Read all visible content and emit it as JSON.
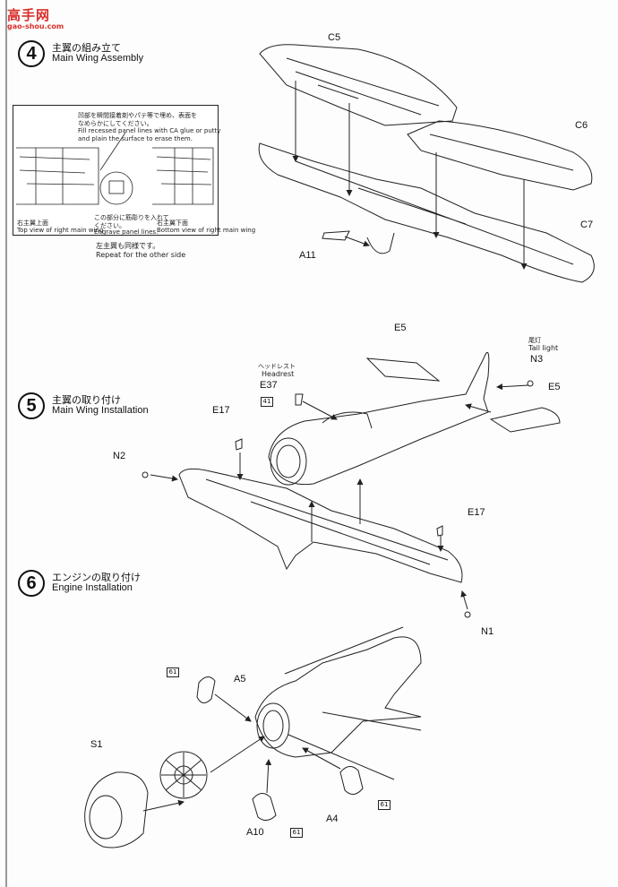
{
  "watermark": {
    "main": "高手网",
    "sub": "gao-shou.com"
  },
  "steps": [
    {
      "number": "4",
      "jp": "主翼の組み立て",
      "en": "Main Wing Assembly"
    },
    {
      "number": "5",
      "jp": "主翼の取り付け",
      "en": "Main Wing Installation"
    },
    {
      "number": "6",
      "jp": "エンジンの取り付け",
      "en": "Engine Installation"
    }
  ],
  "detail_box": {
    "note_jp_1": "凹部を瞬間接着剤やパテ等で埋め、表面を",
    "note_jp_2": "なめらかにしてください。",
    "note_en_1": "Fill recessed panel lines with CA glue or putty",
    "note_en_2": "and plain the surface to erase them.",
    "engrave_jp_1": "この部分に筋彫りを入れて",
    "engrave_jp_2": "ください。",
    "engrave_en": "Engrave panel lines.",
    "top_view_jp": "右主翼上面",
    "top_view_en": "Top view of right main wing",
    "bottom_view_jp": "右主翼下面",
    "bottom_view_en": "Bottom view of right main wing"
  },
  "repeat_note": {
    "jp": "左主翼も同様です。",
    "en": "Repeat for the other side"
  },
  "part_labels": {
    "c5": "C5",
    "c6": "C6",
    "c7": "C7",
    "a11": "A11",
    "e5_top": "E5",
    "e5_right": "E5",
    "n3": "N3",
    "e37": "E37",
    "e17_left": "E17",
    "e17_right": "E17",
    "n2": "N2",
    "n1": "N1",
    "s1": "S1",
    "a5": "A5",
    "a10": "A10",
    "a4": "A4"
  },
  "callouts": {
    "tail_light_jp": "尾灯",
    "tail_light_en": "Tail light",
    "headrest_jp": "ヘッドレスト",
    "headrest_en": "Headrest"
  },
  "glue_boxes": {
    "b41": "41",
    "b61_a": "61",
    "b61_b": "61",
    "b61_c": "61"
  }
}
